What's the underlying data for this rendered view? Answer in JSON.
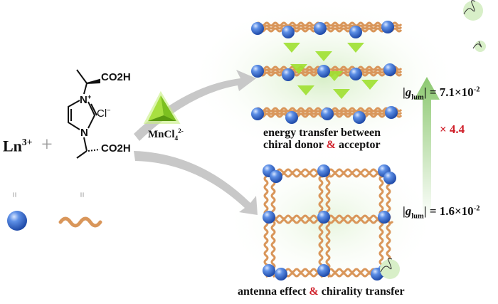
{
  "reactants": {
    "metal_ion": "Ln",
    "metal_charge": "3+",
    "plus": "+",
    "ligand": {
      "top_group": "CO2H",
      "bottom_group": "CO2H",
      "n_plus": "N",
      "n_plus_charge": "+",
      "n_bottom": "N",
      "counter_ion": "Cl",
      "counter_charge": "−"
    },
    "equals": "="
  },
  "guest": {
    "formula": "MnCl",
    "sub": "4",
    "charge": "2-"
  },
  "top_structure": {
    "caption_line1": "energy transfer between",
    "caption_line2_a": "chiral donor ",
    "caption_amp": "&",
    "caption_line2_b": " acceptor"
  },
  "bottom_structure": {
    "caption_a": "antenna effect ",
    "caption_amp": "&",
    "caption_b": " chirality transfer"
  },
  "glum_high": {
    "label": "g",
    "sub": "lum",
    "value": "= 7.1×10",
    "exp": "-2"
  },
  "glum_low": {
    "label": "g",
    "sub": "lum",
    "value": "= 1.6×10",
    "exp": "-2"
  },
  "enhancement": "× 4.4",
  "colors": {
    "sphere": "#4a7fd8",
    "linker": "#e0a46a",
    "accent": "#d0202a",
    "arrow_green": "#8cc870",
    "guest": "#9fe030"
  }
}
